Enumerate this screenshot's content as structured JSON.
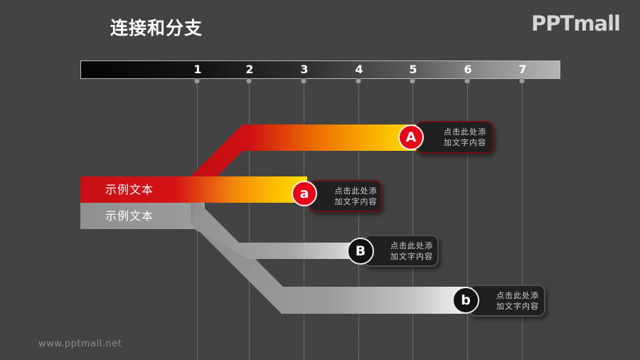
{
  "slide": {
    "title": "连接和分支",
    "logo": "PPTmall",
    "watermark": "www.pptmall.net"
  },
  "ruler": {
    "ticks": [
      "1",
      "2",
      "3",
      "4",
      "5",
      "6",
      "7"
    ]
  },
  "sources": [
    {
      "label": "示例文本",
      "theme": "red"
    },
    {
      "label": "示例文本",
      "theme": "gray"
    }
  ],
  "branches": [
    {
      "badge": "A",
      "theme": "red",
      "end_tick": "5",
      "note_line1": "点击此处添",
      "note_line2": "加文字内容"
    },
    {
      "badge": "a",
      "theme": "red",
      "end_tick": "3",
      "note_line1": "点击此处添",
      "note_line2": "加文字内容"
    },
    {
      "badge": "B",
      "theme": "dark",
      "end_tick": "4",
      "note_line1": "点击此处添",
      "note_line2": "加文字内容"
    },
    {
      "badge": "b",
      "theme": "dark",
      "end_tick": "6",
      "note_line1": "点击此处添",
      "note_line2": "加文字内容"
    }
  ],
  "colors": {
    "background": "#434343",
    "accent_red": "#d01114",
    "accent_orange": "#f2890a",
    "accent_yellow": "#ffe000",
    "band_gray": "#9a9a9a",
    "band_end_white": "#f6f6f6",
    "note_bg": "#202020",
    "note_border_red": "#6d1114",
    "note_border_gray": "#4f4f4f",
    "ruler_border": "#b9b9b9",
    "text_white": "#ffffff"
  }
}
